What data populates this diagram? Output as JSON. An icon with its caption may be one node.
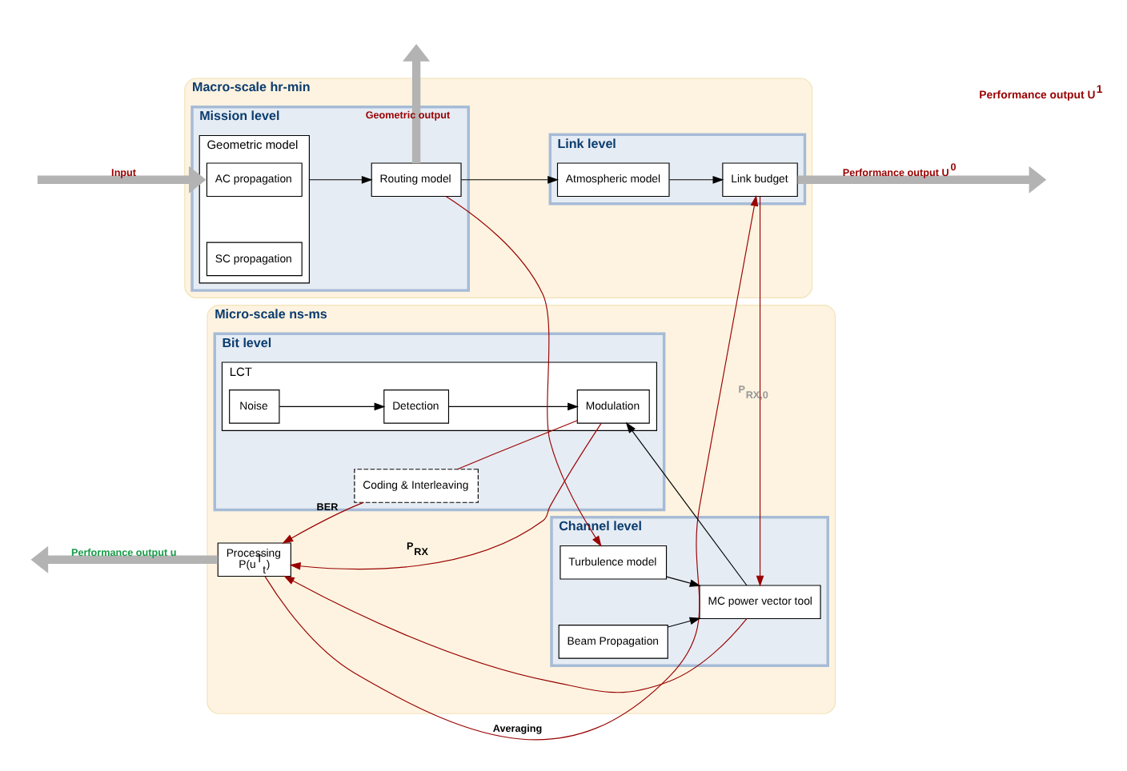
{
  "diagram": {
    "nodes": [
      {
        "text": [
          "Macro-scale hr-min"
        ]
      },
      {
        "text": [
          "Mission level"
        ],
        "in": 0
      },
      {
        "text": [
          "Link level"
        ],
        "in": 0
      },
      {
        "text": [
          "Geometric model"
        ],
        "in": 1
      },
      {
        "text": [
          "AC propagation"
        ],
        "in": 3
      },
      {
        "text": [
          "SC propagation"
        ],
        "in": 3
      },
      {
        "text": [
          "Routing model"
        ],
        "in": 1
      },
      {
        "text": [
          "Atmospheric model"
        ],
        "in": 2
      },
      {
        "text": [
          "Link budget"
        ],
        "in": 2
      },
      {
        "text": [
          "Micro-scale ns-ms"
        ]
      },
      {
        "text": [
          "Processing",
          "P(u$^{T}$$_{t}$)"
        ],
        "in": 9
      },
      {
        "text": [
          "Bit level"
        ],
        "in": 9
      },
      {
        "text": [
          "Coding & Interleaving"
        ],
        "in": 11
      },
      {
        "text": [
          "LCT"
        ],
        "in": 11
      },
      {
        "text": [
          "Noise"
        ],
        "in": 13
      },
      {
        "text": [
          "Detection"
        ],
        "in": 13
      },
      {
        "text": [
          "Modulation"
        ],
        "in": 13
      },
      {
        "text": [
          "Channel level"
        ],
        "in": 9
      },
      {
        "text": [
          "Turbulence model"
        ],
        "in": 17
      },
      {
        "text": [
          "MC power vector tool"
        ],
        "in": 17
      },
      {
        "text": [
          "Beam Propagation"
        ],
        "in": 17
      }
    ],
    "edges": [
      {
        "from": null,
        "to": 3,
        "arrow": "to",
        "label": "Input",
        "style": "thick",
        "color": "#b3b3b3"
      },
      {
        "from": 3,
        "to": 6,
        "arrow": "to"
      },
      {
        "from": 6,
        "to": null,
        "arrow": "to",
        "label": "Geometric output",
        "style": "thick",
        "color": "#b3b3b3"
      },
      {
        "from": 6,
        "to": 7,
        "arrow": "to"
      },
      {
        "from": 7,
        "to": 8,
        "arrow": "to"
      },
      {
        "from": 8,
        "to": null,
        "arrow": "to",
        "label": "Performance output U$^{0}$",
        "style": "thick",
        "color": "#b3b3b3"
      },
      {
        "from": 6,
        "to": 18,
        "arrow": "to",
        "color": "#990000"
      },
      {
        "from": 8,
        "to": 19,
        "arrow": "to",
        "label": "P$_{RX,0}$",
        "color": "#990000"
      },
      {
        "from": 14,
        "to": 15,
        "arrow": "to"
      },
      {
        "from": 15,
        "to": 16,
        "arrow": "to"
      },
      {
        "from": 18,
        "to": 19,
        "arrow": "to"
      },
      {
        "from": 20,
        "to": 19,
        "arrow": "to"
      },
      {
        "from": 19,
        "to": 16,
        "arrow": "to"
      },
      {
        "from": 16,
        "to": 12,
        "arrow": "none",
        "color": "#990000"
      },
      {
        "from": 12,
        "to": 10,
        "arrow": "to",
        "label": "BER",
        "color": "#990000"
      },
      {
        "from": 16,
        "to": 10,
        "arrow": "to",
        "label": "P$_{RX}$",
        "color": "#990000"
      },
      {
        "from": 19,
        "to": 10,
        "arrow": "to",
        "color": "#990000"
      },
      {
        "from": 10,
        "to": null,
        "arrow": "to",
        "label": "Performance output u",
        "style": "thick",
        "color": "#b3b3b3"
      },
      {
        "from": 10,
        "to": 8,
        "arrow": "to",
        "label": "Averaging",
        "color": "#990000"
      }
    ],
    "labels": [
      "Performance output U$^{1}$"
    ]
  }
}
